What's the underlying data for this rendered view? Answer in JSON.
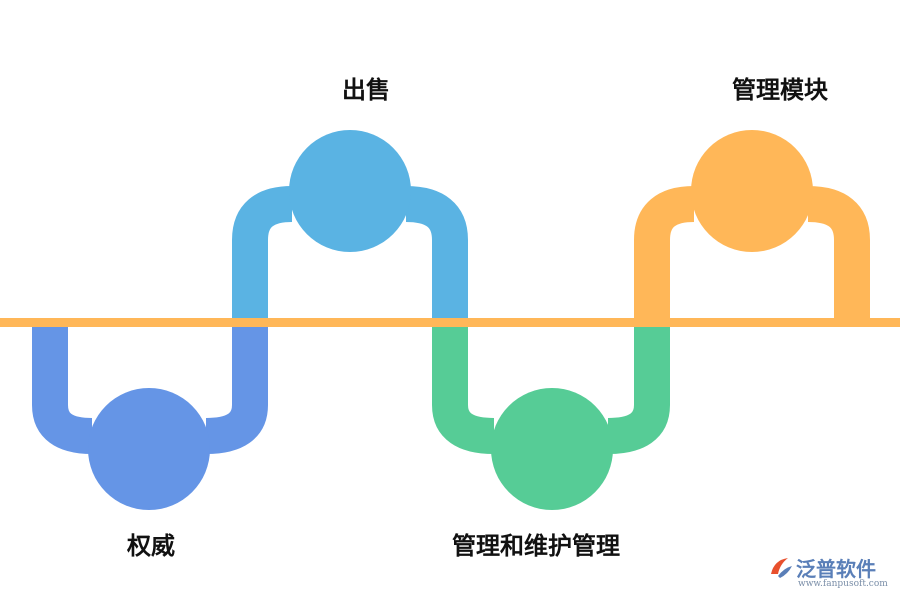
{
  "nodes": [
    {
      "id": "quanwei",
      "label": "权威",
      "color": "#6595e6"
    },
    {
      "id": "chushou",
      "label": "出售",
      "color": "#5ab3e3"
    },
    {
      "id": "guanli-weihu",
      "label": "管理和维护管理",
      "color": "#56cc96"
    },
    {
      "id": "guanli-mokuai",
      "label": "管理模块",
      "color": "#ffb758"
    }
  ],
  "baseline_color": "#ffb758",
  "watermark": {
    "brand": "泛普软件",
    "url": "www.fanpusoft.com",
    "logo_colors": [
      "#e8502d",
      "#5a7fb8"
    ]
  }
}
